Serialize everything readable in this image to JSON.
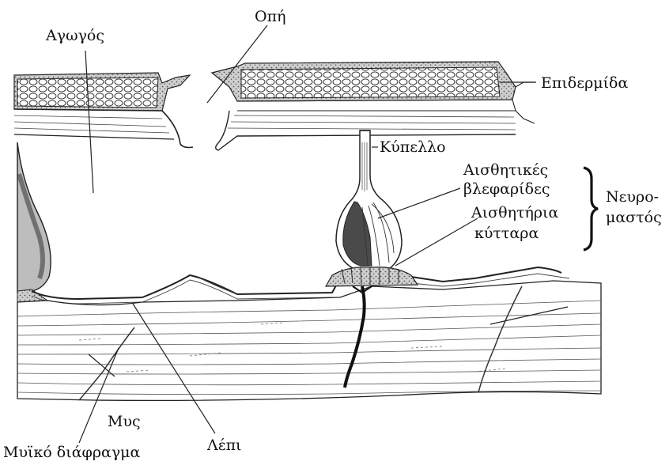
{
  "labels": {
    "duct": "Αγωγός",
    "pore": "Οπή",
    "epidermis": "Επιδερμίδα",
    "cupula": "Κύπελλο",
    "sensory_hairs_1": "Αισθητικές",
    "sensory_hairs_2": "βλεφαρίδες",
    "sensory_cells_1": "Αισθητήρια",
    "sensory_cells_2": "κύτταρα",
    "neuromast_1": "Νευρο-",
    "neuromast_2": "μαστός",
    "muscle": "Μυς",
    "myoseptum": "Μυϊκό διάφραγμα",
    "scale": "Λέπι"
  },
  "colors": {
    "ink": "#1a1a1a",
    "dark_tissue": "#4a4a4a",
    "light_tissue": "#bdbdbd",
    "paper": "#ffffff"
  }
}
